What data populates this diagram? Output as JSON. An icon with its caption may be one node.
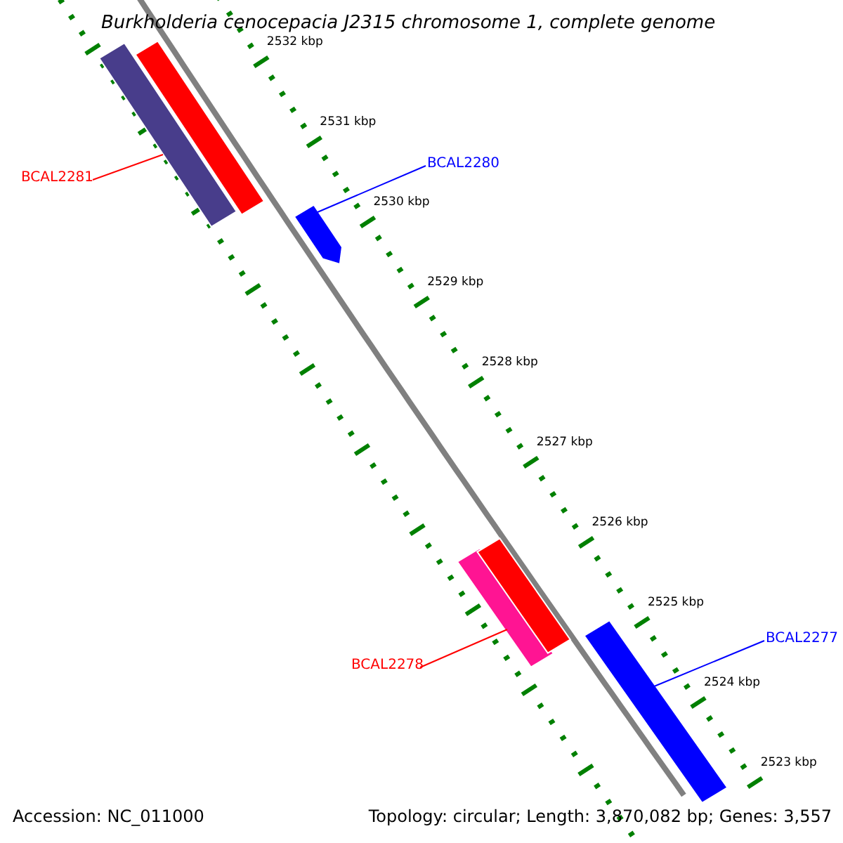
{
  "diagram": {
    "title": "Burkholderia cenocepacia J2315 chromosome 1, complete genome",
    "nodes": [
      {
        "text": [
          "BCAL2281"
        ]
      },
      {
        "text": [
          "BCAL2280"
        ]
      },
      {
        "text": [
          "BCAL2278"
        ]
      },
      {
        "text": [
          "BCAL2277"
        ]
      },
      {
        "text": [],
        "shape": "bar"
      },
      {
        "text": [],
        "shape": "bar"
      },
      {
        "text": [],
        "shape": "arrow"
      },
      {
        "text": [],
        "shape": "bar"
      },
      {
        "text": [],
        "shape": "bar"
      },
      {
        "text": [],
        "shape": "bar"
      }
    ],
    "edges": [
      {
        "from": 0,
        "to": 4,
        "arrow": "none",
        "color": "#ff0000"
      },
      {
        "from": 1,
        "to": 6,
        "arrow": "none",
        "color": "#0000ff"
      },
      {
        "from": 2,
        "to": 7,
        "arrow": "none",
        "color": "#ff0000"
      },
      {
        "from": 3,
        "to": 9,
        "arrow": "none",
        "color": "#0000ff"
      }
    ],
    "labels": [
      "2532 kbp",
      "2531 kbp",
      "2530 kbp",
      "2529 kbp",
      "2528 kbp",
      "2527 kbp",
      "2526 kbp",
      "2525 kbp",
      "2524 kbp",
      "2523 kbp",
      "Accession: NC_011000",
      "Topology: circular; Length: 3,870,082 bp; Genes: 3,557"
    ]
  }
}
